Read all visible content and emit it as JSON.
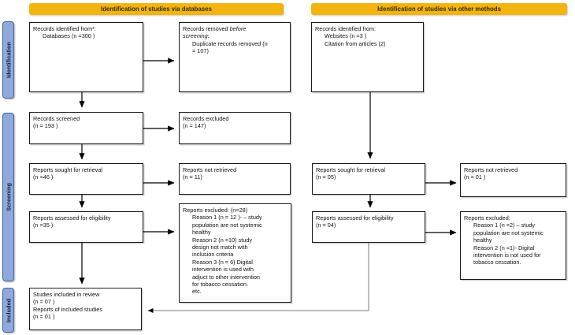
{
  "headers": {
    "databases": "Identification of studies via databases",
    "other_methods": "Identification of studies via other methods"
  },
  "stage_labels": {
    "identification": "Identification",
    "screening": "Screening",
    "included": "Included"
  },
  "colors": {
    "header_bg": "#F2B40E",
    "header_text": "#3A2D00",
    "stage_bg": "#8FA9DC",
    "stage_border": "#41619D",
    "box_border": "#1A1A1A",
    "arrow": "#000000",
    "connector": "#7A7A7A"
  },
  "boxes": {
    "db_identified": {
      "lines": [
        "Records identified from*:",
        "Databases (n =300 )"
      ]
    },
    "db_removed": {
      "seg_normal_1": "Records removed ",
      "seg_italic_1": "before",
      "seg_italic_2": "screening",
      "seg_normal_2": ":",
      "lines": [
        "Duplicate records removed  (n",
        "= 107)"
      ]
    },
    "other_identified": {
      "lines": [
        "Records identified from:",
        "Websites (n =3 )",
        "Citation  from articles (2)"
      ]
    },
    "records_screened": {
      "lines": [
        "Records screened",
        "(n = 193 )"
      ]
    },
    "records_excluded": {
      "lines": [
        "Records excluded",
        "(n = 147)"
      ]
    },
    "db_sought": {
      "lines": [
        "Reports sought for retrieval",
        "(n =46 )"
      ]
    },
    "db_not_retrieved": {
      "lines": [
        "Reports not retrieved",
        "(n = 11)"
      ]
    },
    "other_sought": {
      "lines": [
        "Reports sought for retrieval",
        "(n = 05)"
      ]
    },
    "other_not_retrieved": {
      "lines": [
        "Reports not retrieved",
        "(n = 01 )"
      ]
    },
    "db_eligibility": {
      "lines": [
        "Reports assessed for eligibility",
        "(n =35 )"
      ]
    },
    "db_reports_excluded": {
      "lines": [
        "Reports excluded: (n=28)",
        "Reason 1  (n = 12 )- – study",
        "population are not systemic",
        "healthy",
        "Reason 2 (n =10) study",
        "design not match with",
        "inclusion criteria",
        "Reason 3 (n = 6) Digital",
        "intervention is used with",
        "adjuct to other intervention",
        "for tobacco cessation.",
        "etc."
      ]
    },
    "other_eligibility": {
      "lines": [
        "Reports assessed for eligibility",
        "(n = 04)"
      ]
    },
    "other_reports_excluded": {
      "lines": [
        "Reports excluded:",
        "Reason 1 (n =2) – study",
        "population are not systemic",
        "healthy",
        "Reason 2 (n =1)- Digital",
        "intervention is not used for",
        "tobacco cessation."
      ]
    },
    "included": {
      "lines": [
        "Studies included in review",
        "(n = 07 )",
        "Reports of included studies",
        "(n = 01 )"
      ]
    }
  }
}
